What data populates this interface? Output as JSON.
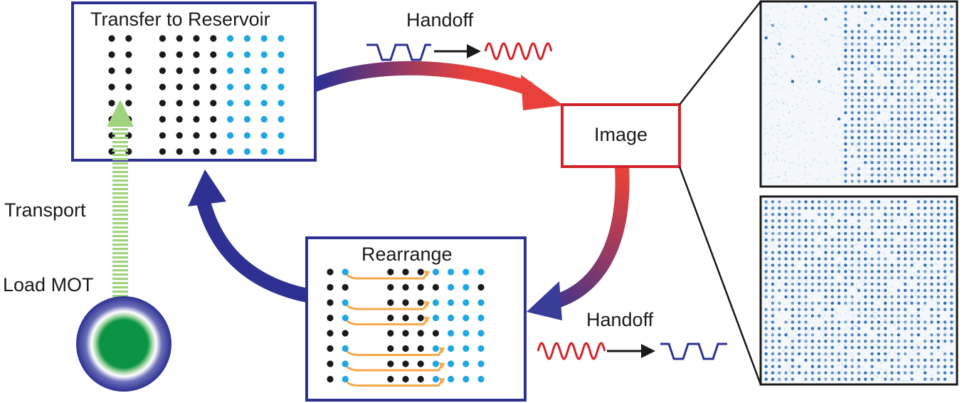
{
  "labels": {
    "transfer_title": "Transfer to Reservoir",
    "rearrange_title": "Rearrange",
    "image_label": "Image",
    "handoff_top": "Handoff",
    "handoff_bottom": "Handoff",
    "transport": "Transport",
    "load_mot": "Load MOT"
  },
  "colors": {
    "box_blue": "#2e3192",
    "image_red": "#d2232a",
    "arrow_red": "#e8413c",
    "atom_black": "#1a1a1a",
    "atom_cyan": "#1ea7e1",
    "move_orange": "#f6a94a",
    "transport_green": "#9fd37c",
    "mot_green": "#0b9444"
  },
  "grids": {
    "transfer": {
      "rows": 8,
      "columns": [
        {
          "atom": "black",
          "rows": [
            0,
            1,
            2,
            3,
            4,
            5,
            6,
            7
          ]
        },
        {
          "atom": "black",
          "rows": [
            0,
            1,
            2,
            3,
            4,
            5,
            6,
            7
          ]
        },
        {
          "atom": "none",
          "rows": []
        },
        {
          "atom": "black",
          "rows": [
            0,
            1,
            2,
            3,
            4,
            5,
            6,
            7
          ]
        },
        {
          "atom": "black",
          "rows": [
            0,
            1,
            2,
            3,
            4,
            5,
            6,
            7
          ]
        },
        {
          "atom": "black",
          "rows": [
            0,
            1,
            2,
            3,
            4,
            5,
            6,
            7
          ]
        },
        {
          "atom": "black",
          "rows": [
            0,
            1,
            2,
            3,
            4,
            5,
            6,
            7
          ]
        },
        {
          "atom": "cyan",
          "rows": [
            0,
            1,
            2,
            3,
            4,
            5,
            6,
            7
          ]
        },
        {
          "atom": "cyan",
          "rows": [
            0,
            1,
            2,
            3,
            4,
            5,
            6,
            7
          ]
        },
        {
          "atom": "cyan",
          "rows": [
            0,
            1,
            2,
            3,
            4,
            5,
            6,
            7
          ]
        },
        {
          "atom": "cyan",
          "rows": [
            0,
            1,
            2,
            3,
            4,
            5,
            6,
            7
          ]
        }
      ]
    },
    "rearrange": {
      "rows": [
        {
          "cells": [
            "k",
            "c",
            "",
            "",
            "k",
            "k",
            "k",
            "c",
            "c",
            "c",
            "c"
          ],
          "move": [
            1,
            6
          ]
        },
        {
          "cells": [
            "k",
            "k",
            "",
            "",
            "k",
            "k",
            "k",
            "k",
            "c",
            "c",
            "k"
          ],
          "move": null
        },
        {
          "cells": [
            "k",
            "c",
            "",
            "",
            "k",
            "k",
            "k",
            "c",
            "c",
            "c",
            "c"
          ],
          "move": [
            1,
            6
          ]
        },
        {
          "cells": [
            "k",
            "c",
            "",
            "",
            "k",
            "k",
            "k",
            "c",
            "c",
            "c",
            "c"
          ],
          "move": [
            1,
            6
          ]
        },
        {
          "cells": [
            "k",
            "k",
            "",
            "",
            "k",
            "k",
            "k",
            "k",
            "c",
            "c",
            "c"
          ],
          "move": null
        },
        {
          "cells": [
            "k",
            "c",
            "",
            "",
            "k",
            "k",
            "k",
            "c",
            "c",
            "c",
            "c"
          ],
          "move": [
            1,
            7
          ]
        },
        {
          "cells": [
            "k",
            "c",
            "",
            "",
            "k",
            "k",
            "k",
            "c",
            "c",
            "c",
            "c"
          ],
          "move": [
            1,
            7
          ]
        },
        {
          "cells": [
            "k",
            "c",
            "",
            "",
            "k",
            "k",
            "k",
            "c",
            "c",
            "c",
            "c"
          ],
          "move": [
            1,
            7
          ]
        }
      ]
    }
  },
  "images": {
    "top": {
      "loaded_fraction": 0.6,
      "rows": 29,
      "cols": 29
    },
    "bottom": {
      "loaded_fraction": 1.0,
      "rows": 29,
      "cols": 29
    }
  },
  "icons": [
    "transfer-box",
    "rearrange-box",
    "image-box",
    "mot-cloud",
    "transport-beam",
    "cycle-arrow"
  ]
}
